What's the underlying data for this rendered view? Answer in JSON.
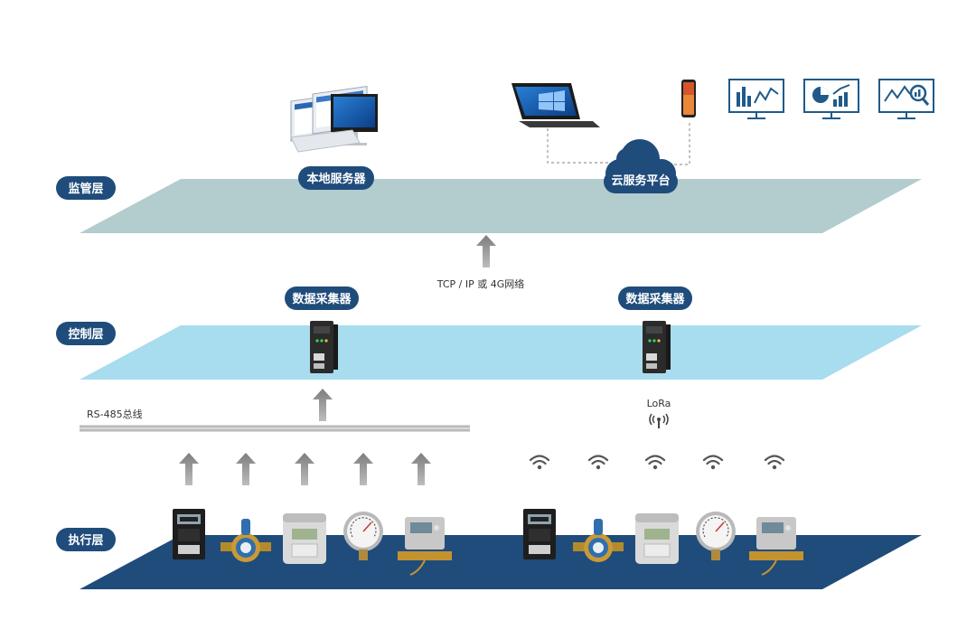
{
  "layers": {
    "supervision": {
      "label": "监管层",
      "color": "#b3ccce"
    },
    "control": {
      "label": "控制层",
      "color": "#a8dcef"
    },
    "execution": {
      "label": "执行层",
      "color": "#1f4c7b"
    }
  },
  "nodes": {
    "local_server": "本地服务器",
    "cloud_platform": "云服务平台",
    "collector_left": "数据采集器",
    "collector_right": "数据采集器"
  },
  "links": {
    "network": "TCP / IP 或 4G网络",
    "bus": "RS-485总线",
    "wireless": "LoRa"
  },
  "colors": {
    "label_pill": "#1f4c7b",
    "arrow": "#8e8e8e",
    "wifi": "#555555"
  },
  "icons": {
    "monitor_charts": [
      "bar-line-chart-monitor-icon",
      "pie-trend-chart-monitor-icon",
      "line-analysis-chart-monitor-icon"
    ],
    "meters": [
      "electric-meter-icon",
      "water-meter-icon",
      "gas-meter-icon",
      "pressure-gauge-icon",
      "heat-meter-icon"
    ]
  }
}
